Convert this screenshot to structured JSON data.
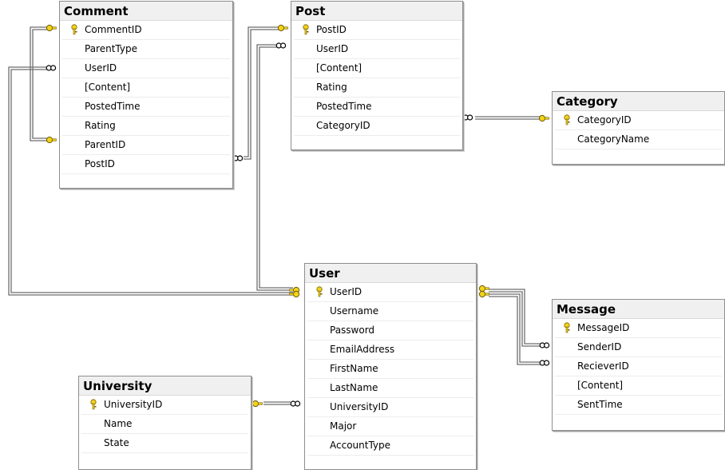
{
  "tables": {
    "comment": {
      "name": "Comment",
      "columns": [
        {
          "name": "CommentID",
          "pk": true
        },
        {
          "name": "ParentType",
          "pk": false
        },
        {
          "name": "UserID",
          "pk": false
        },
        {
          "name": "[Content]",
          "pk": false
        },
        {
          "name": "PostedTime",
          "pk": false
        },
        {
          "name": "Rating",
          "pk": false
        },
        {
          "name": "ParentID",
          "pk": false
        },
        {
          "name": "PostID",
          "pk": false
        }
      ]
    },
    "post": {
      "name": "Post",
      "columns": [
        {
          "name": "PostID",
          "pk": true
        },
        {
          "name": "UserID",
          "pk": false
        },
        {
          "name": "[Content]",
          "pk": false
        },
        {
          "name": "Rating",
          "pk": false
        },
        {
          "name": "PostedTime",
          "pk": false
        },
        {
          "name": "CategoryID",
          "pk": false
        }
      ]
    },
    "category": {
      "name": "Category",
      "columns": [
        {
          "name": "CategoryID",
          "pk": true
        },
        {
          "name": "CategoryName",
          "pk": false
        }
      ]
    },
    "user": {
      "name": "User",
      "columns": [
        {
          "name": "UserID",
          "pk": true
        },
        {
          "name": "Username",
          "pk": false
        },
        {
          "name": "Password",
          "pk": false
        },
        {
          "name": "EmailAddress",
          "pk": false
        },
        {
          "name": "FirstName",
          "pk": false
        },
        {
          "name": "LastName",
          "pk": false
        },
        {
          "name": "UniversityID",
          "pk": false
        },
        {
          "name": "Major",
          "pk": false
        },
        {
          "name": "AccountType",
          "pk": false
        }
      ]
    },
    "message": {
      "name": "Message",
      "columns": [
        {
          "name": "MessageID",
          "pk": true
        },
        {
          "name": "SenderID",
          "pk": false
        },
        {
          "name": "RecieverID",
          "pk": false
        },
        {
          "name": "[Content]",
          "pk": false
        },
        {
          "name": "SentTime",
          "pk": false
        }
      ]
    },
    "university": {
      "name": "University",
      "columns": [
        {
          "name": "UniversityID",
          "pk": true
        },
        {
          "name": "Name",
          "pk": false
        },
        {
          "name": "State",
          "pk": false
        }
      ]
    }
  },
  "colors": {
    "key": "#f2d21b",
    "line": "#6e6e6e",
    "header": "#f0f0f0",
    "border": "#8e8e8e"
  },
  "icons": {
    "primary_key": "key-icon",
    "one_end": "key-icon",
    "many_end": "infinity-icon"
  }
}
